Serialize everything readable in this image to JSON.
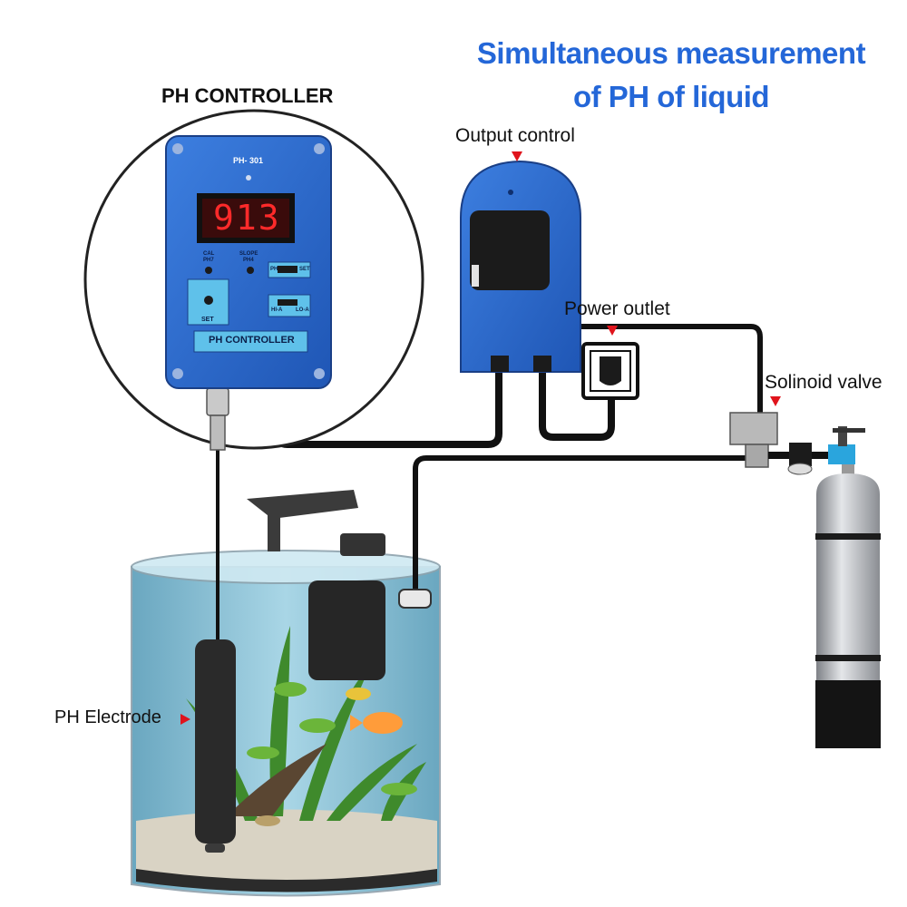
{
  "headline": {
    "line1": "Simultaneous measurement",
    "line2": "of PH of liquid"
  },
  "labels": {
    "ph_controller": "PH CONTROLLER",
    "output_control": "Output control",
    "power_outlet": "Power outlet",
    "solenoid_valve": "Solinoid valve",
    "ph_electrode": "PH Electrode"
  },
  "controller": {
    "model": "PH- 301",
    "display_value": "913",
    "cal_label_1": "CAL",
    "cal_label_2": "PH7",
    "slope_label_1": "SLOPE",
    "slope_label_2": "PH4",
    "ph_switch_left": "PH",
    "ph_switch_right": "SET",
    "set_button": "SET",
    "hi_a": "HI-A",
    "lo_a": "LO-A",
    "nameplate": "PH CONTROLLER"
  },
  "colors": {
    "headline_blue": "#2467d8",
    "device_blue": "#2f6fd3",
    "display_red": "#ff2a2a",
    "marker_red": "#e0141c",
    "water": "#8fc3d8"
  },
  "icons": [
    "arrow-marker-icon"
  ]
}
